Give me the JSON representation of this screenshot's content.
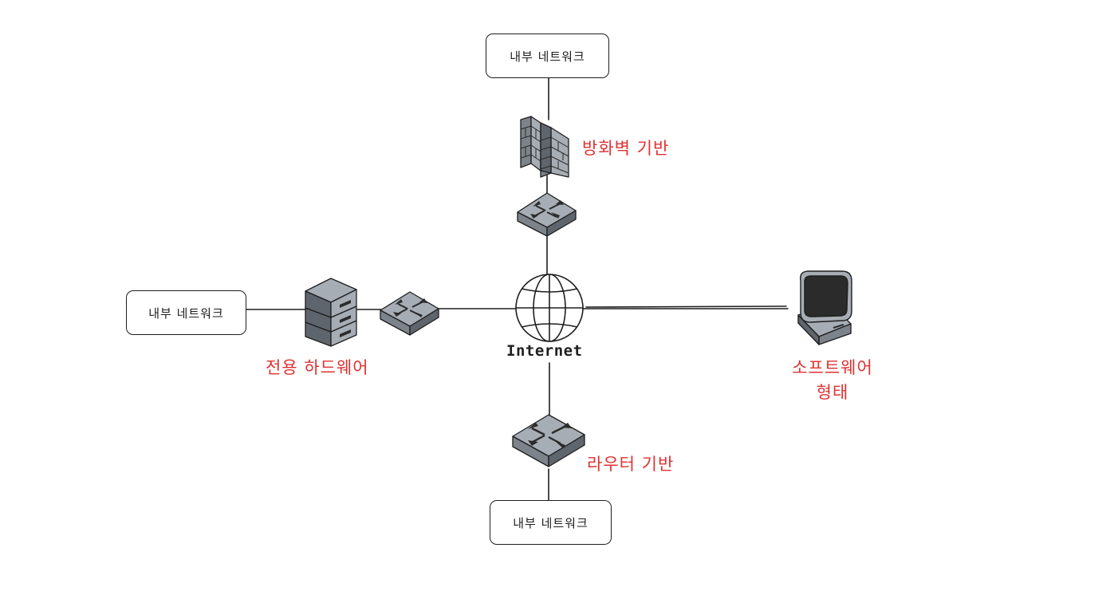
{
  "boxes": {
    "top": "내부 네트워크",
    "left": "내부 네트워크",
    "bottom": "내부 네트워크"
  },
  "labels": {
    "firewall": "방화벽 기반",
    "hardware": "전용 하드웨어",
    "router": "라우터 기반",
    "software_line1": "소프트웨어",
    "software_line2": "형태",
    "internet": "Internet"
  },
  "colors": {
    "accent": "#e03131",
    "stroke": "#1e1e1e",
    "device_fill": "#a7adb5",
    "device_dark": "#2b2b2b"
  },
  "icons": [
    "globe-icon",
    "firewall-icon",
    "switch-icon",
    "server-stack-icon",
    "monitor-icon"
  ]
}
